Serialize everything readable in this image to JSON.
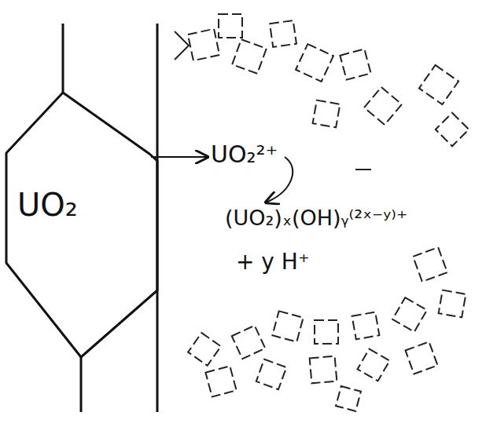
{
  "diagram": {
    "nodes": [
      {
        "text": [
          "UO₂"
        ]
      }
    ],
    "labels": [
      "UO₂²⁺",
      "(UO₂)ₓ(OH)ᵧ⁽²ˣ⁻ʸ⁾⁺",
      "+ y H⁺"
    ]
  }
}
